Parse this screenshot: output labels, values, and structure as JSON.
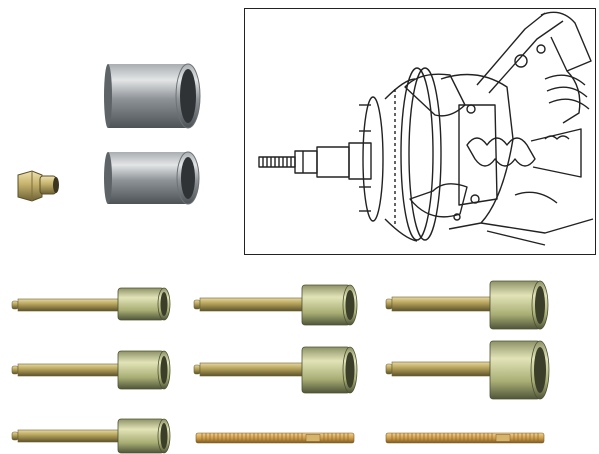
{
  "palette": {
    "steel_light": "#d8dadc",
    "steel_mid": "#9aa0a4",
    "steel_dark": "#5c6266",
    "brass_light": "#e8d79a",
    "brass_mid": "#b9a65d",
    "brass_dark": "#6e6236",
    "cup_light": "#d6d8a8",
    "cup_mid": "#a8ad74",
    "cup_dark": "#5a5f3a",
    "rod_light": "#e9c27a",
    "rod_dark": "#8e6a2c",
    "line_art": "#222222"
  },
  "parts": {
    "sleeves": 2,
    "nut": 1,
    "cup_extractors": 7,
    "threaded_rods": 2
  },
  "icons": {
    "sleeve": "steel-sleeve-icon",
    "nut": "threaded-nut-icon",
    "extractor": "cup-extractor-icon",
    "rod": "threaded-rod-icon",
    "diagram": "hub-puller-diagram"
  }
}
